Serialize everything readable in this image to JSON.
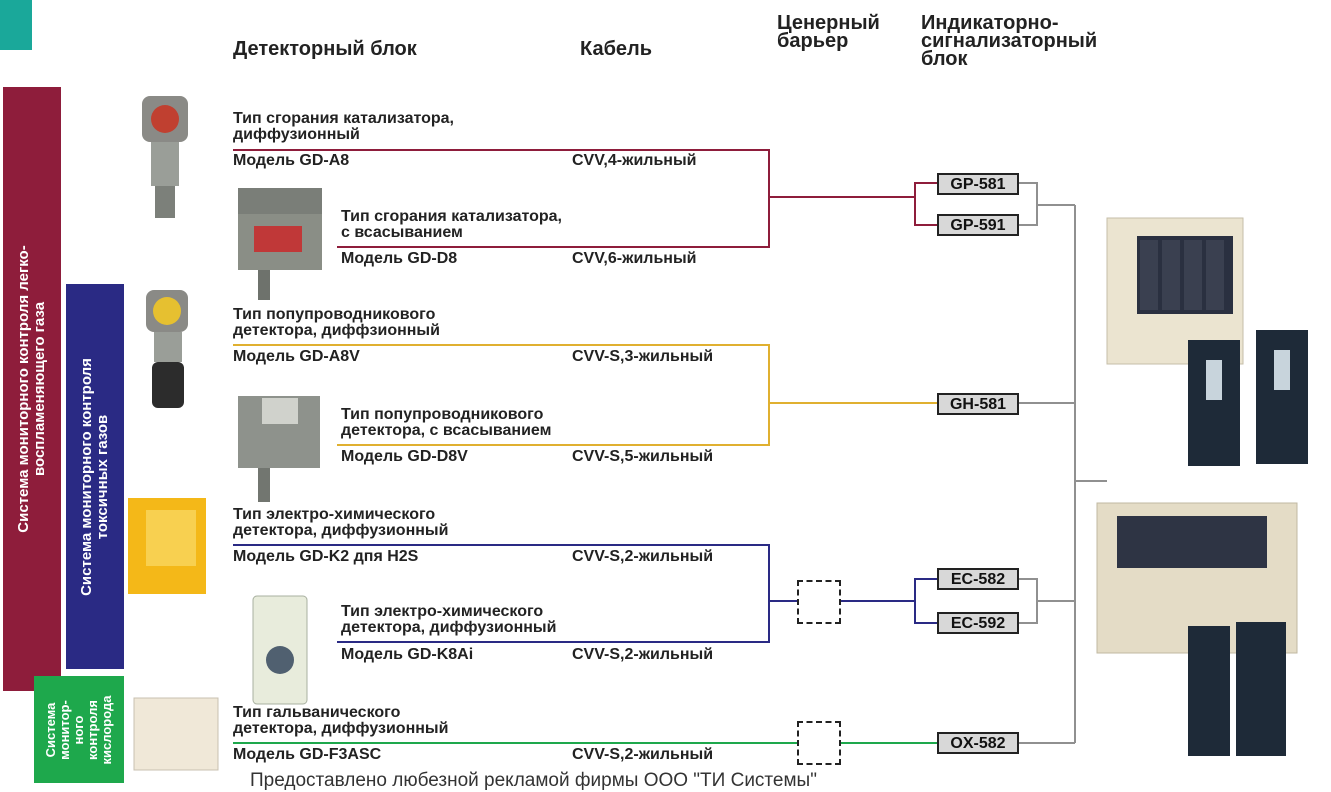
{
  "headers": {
    "detector": "Детекторный блок",
    "cable": "Кабель",
    "barrier": [
      "Ценерный",
      "барьер"
    ],
    "indicator": [
      "Индикаторно-",
      "сигнализаторный",
      "блок"
    ]
  },
  "bands": {
    "flammable": [
      "Система мониторного контроля легко-",
      "воспламеняющего газа"
    ],
    "toxic": [
      "Система мониторного контроля",
      "токсичных газов"
    ],
    "oxygen": [
      "Система",
      "монитор-",
      "ного",
      "контроля",
      "кислорода"
    ]
  },
  "detectors": [
    {
      "type": [
        "Тип сгорания катализатора,",
        "диффузионный"
      ],
      "model": "Модель GD-A8",
      "cable": "CVV,4-жильный"
    },
    {
      "type": [
        "Тип сгорания катализатора,",
        "с всасыванием"
      ],
      "model": "Модель GD-D8",
      "cable": "CVV,6-жильный"
    },
    {
      "type": [
        "Тип попупроводникового",
        "детектора, диффзионный"
      ],
      "model": "Модель GD-A8V",
      "cable": "CVV-S,3-жильный"
    },
    {
      "type": [
        "Тип попупроводникового",
        "детектора, с всасыванием"
      ],
      "model": "Модель GD-D8V",
      "cable": "CVV-S,5-жильный"
    },
    {
      "type": [
        "Тип электро-химического",
        "детектора, диффузионный"
      ],
      "model": "Модель GD-K2 дпя H2S",
      "cable": "CVV-S,2-жильный"
    },
    {
      "type": [
        "Тип электро-химического",
        "детектора, диффузионный"
      ],
      "model": "Модель GD-K8Ai",
      "cable": "CVV-S,2-жильный"
    },
    {
      "type": [
        "Тип гальванического",
        "детектора, диффузионный"
      ],
      "model": "Модель GD-F3ASC",
      "cable": "CVV-S,2-жильный"
    }
  ],
  "indicators": [
    "GP-581",
    "GP-591",
    "GH-581",
    "EC-582",
    "EC-592",
    "OX-582"
  ],
  "footer": "Предоставлено любезной рекламой фирмы ООО \"ТИ Системы\"",
  "colors": {
    "flammable": "#8e1d3b",
    "toxic": "#2a2a84",
    "oxygen": "#1ea84c",
    "line_flammable": "#8e1d3b",
    "line_semi": "#e0b030",
    "line_electro": "#2a2a84",
    "line_oxygen": "#1ea84c",
    "trunk": "#909090"
  }
}
